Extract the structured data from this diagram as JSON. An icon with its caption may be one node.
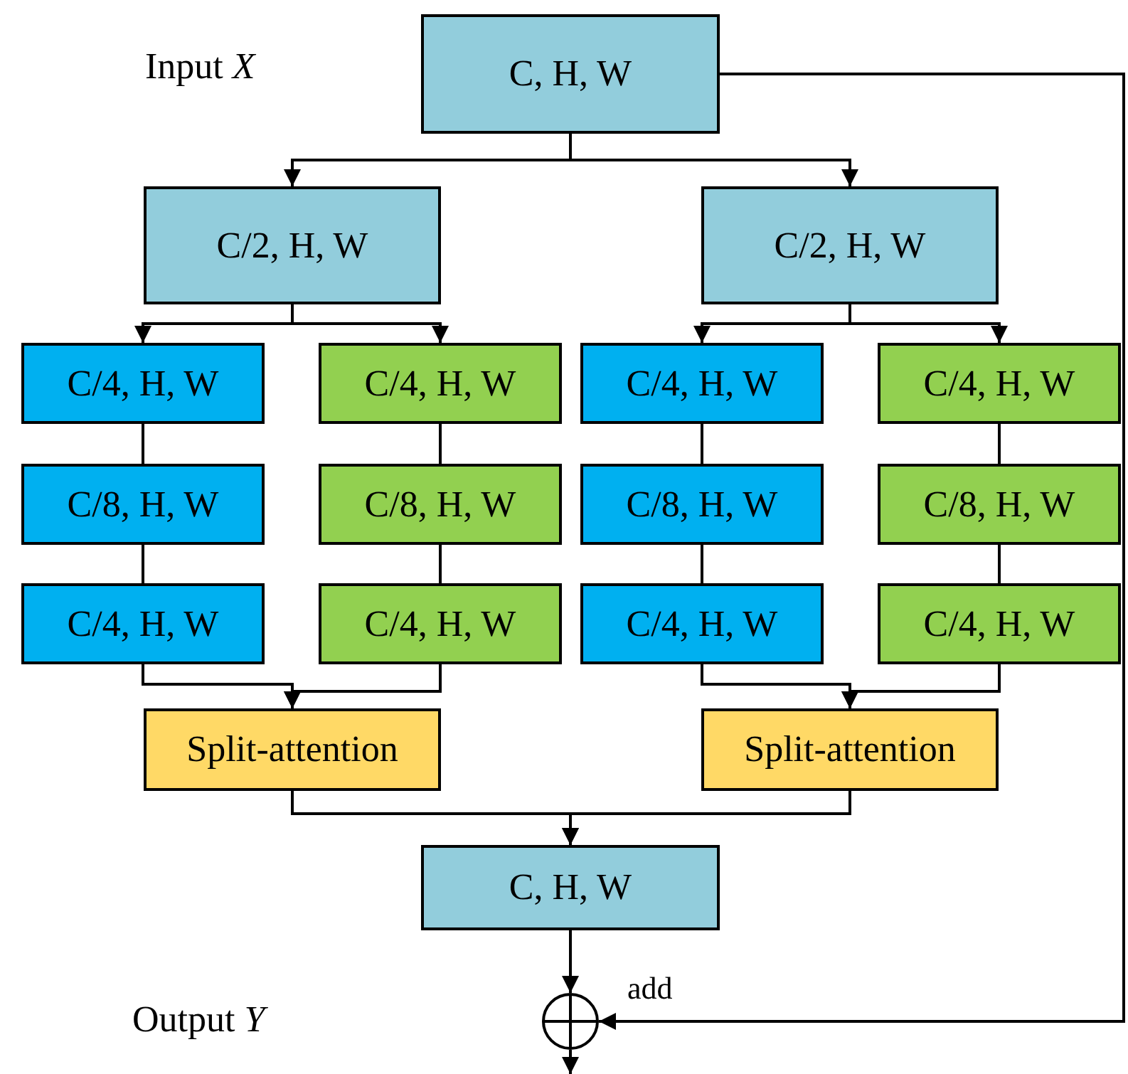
{
  "diagram": {
    "nodes": [
      {
        "text": [
          "C, H, W"
        ]
      },
      {
        "text": [
          "C/2, H, W"
        ]
      },
      {
        "text": [
          "C/2, H, W"
        ]
      },
      {
        "text": [
          "C/4, H, W"
        ]
      },
      {
        "text": [
          "C/4, H, W"
        ]
      },
      {
        "text": [
          "C/4, H, W"
        ]
      },
      {
        "text": [
          "C/4, H, W"
        ]
      },
      {
        "text": [
          "C/8, H, W"
        ]
      },
      {
        "text": [
          "C/8, H, W"
        ]
      },
      {
        "text": [
          "C/8, H, W"
        ]
      },
      {
        "text": [
          "C/8, H, W"
        ]
      },
      {
        "text": [
          "C/4, H, W"
        ]
      },
      {
        "text": [
          "C/4, H, W"
        ]
      },
      {
        "text": [
          "C/4, H, W"
        ]
      },
      {
        "text": [
          "C/4, H, W"
        ]
      },
      {
        "text": [
          "Split-attention"
        ]
      },
      {
        "text": [
          "Split-attention"
        ]
      },
      {
        "text": [
          "C, H, W"
        ]
      },
      {
        "text": [],
        "shape": "circle"
      }
    ],
    "edges": [
      {
        "from": 0,
        "to": 1,
        "arrow": "to"
      },
      {
        "from": 0,
        "to": 2,
        "arrow": "to"
      },
      {
        "from": 1,
        "to": 3,
        "arrow": "to"
      },
      {
        "from": 1,
        "to": 4,
        "arrow": "to"
      },
      {
        "from": 2,
        "to": 5,
        "arrow": "to"
      },
      {
        "from": 2,
        "to": 6,
        "arrow": "to"
      },
      {
        "from": 3,
        "to": 7,
        "arrow": "none"
      },
      {
        "from": 4,
        "to": 8,
        "arrow": "none"
      },
      {
        "from": 5,
        "to": 9,
        "arrow": "none"
      },
      {
        "from": 6,
        "to": 10,
        "arrow": "none"
      },
      {
        "from": 7,
        "to": 11,
        "arrow": "none"
      },
      {
        "from": 8,
        "to": 12,
        "arrow": "none"
      },
      {
        "from": 9,
        "to": 13,
        "arrow": "none"
      },
      {
        "from": 10,
        "to": 14,
        "arrow": "none"
      },
      {
        "from": 11,
        "to": 15,
        "arrow": "to"
      },
      {
        "from": 12,
        "to": 15,
        "arrow": "to"
      },
      {
        "from": 13,
        "to": 16,
        "arrow": "to"
      },
      {
        "from": 14,
        "to": 16,
        "arrow": "to"
      },
      {
        "from": 15,
        "to": 17,
        "arrow": "to"
      },
      {
        "from": 16,
        "to": 17,
        "arrow": "to"
      },
      {
        "from": 17,
        "to": 18,
        "arrow": "to"
      },
      {
        "from": 0,
        "to": 18,
        "arrow": "to",
        "label": "add"
      },
      {
        "from": 18,
        "to": null,
        "arrow": "to"
      }
    ],
    "labels": [
      "Input *X*",
      "Output *Y*"
    ]
  }
}
